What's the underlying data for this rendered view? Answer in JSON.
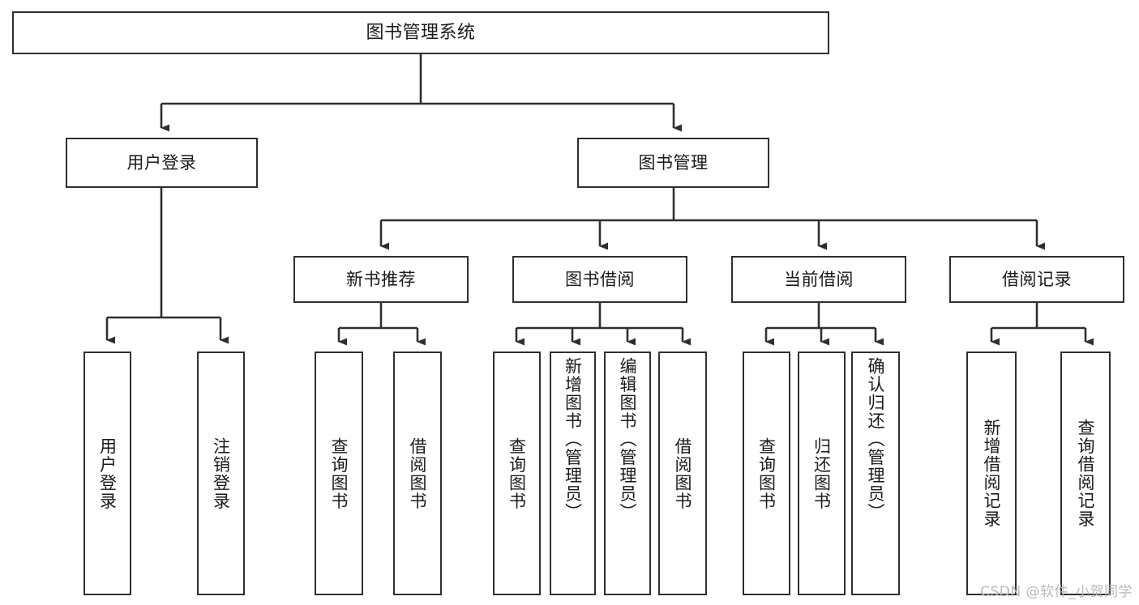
{
  "diagram": {
    "title": "图书管理系统",
    "type": "tree-hierarchy",
    "watermark": "CSDN @软件_小贺同学",
    "colors": {
      "background": "#ffffff",
      "box_border": "#2f2f2f",
      "box_fill": "#ffffff",
      "text": "#1a1a1a",
      "connector": "#2f2f2f",
      "watermark": "#b9b9b9"
    },
    "root": {
      "label": "图书管理系统"
    },
    "level1": [
      {
        "label": "用户登录"
      },
      {
        "label": "图书管理"
      }
    ],
    "level2": [
      {
        "label": "新书推荐"
      },
      {
        "label": "图书借阅"
      },
      {
        "label": "当前借阅"
      },
      {
        "label": "借阅记录"
      }
    ],
    "leaves": {
      "user_login": [
        {
          "label": "用户登录"
        },
        {
          "label": "注销登录"
        }
      ],
      "new_book_recommend": [
        {
          "label": "查询图书"
        },
        {
          "label": "借阅图书"
        }
      ],
      "book_borrow": [
        {
          "label": "查询图书"
        },
        {
          "label": "新增图书（管理员）"
        },
        {
          "label": "编辑图书（管理员）"
        },
        {
          "label": "借阅图书"
        }
      ],
      "current_borrow": [
        {
          "label": "查询图书"
        },
        {
          "label": "归还图书"
        },
        {
          "label": "确认归还（管理员）"
        }
      ],
      "borrow_record": [
        {
          "label": "新增借阅记录"
        },
        {
          "label": "查询借阅记录"
        }
      ]
    }
  }
}
